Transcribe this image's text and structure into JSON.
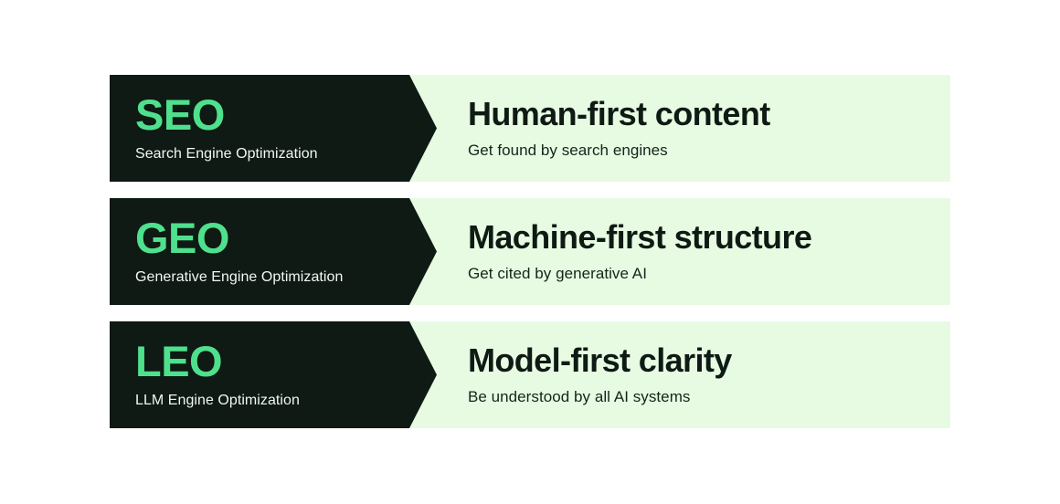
{
  "theme": {
    "page_background": "#ffffff",
    "panel_dark": "#0e1a13",
    "panel_light": "#e7fbe3",
    "accent_green": "#4fe08d",
    "text_on_dark": "#f2f7f3",
    "text_on_light": "#0e1a13"
  },
  "rows": [
    {
      "acronym": "SEO",
      "acronym_full": "Search Engine Optimization",
      "title": "Human-first content",
      "subtitle": "Get found by search engines"
    },
    {
      "acronym": "GEO",
      "acronym_full": "Generative Engine Optimization",
      "title": "Machine-first structure",
      "subtitle": "Get cited by generative AI"
    },
    {
      "acronym": "LEO",
      "acronym_full": "LLM Engine Optimization",
      "title": "Model-first clarity",
      "subtitle": "Be understood by all AI systems"
    }
  ]
}
